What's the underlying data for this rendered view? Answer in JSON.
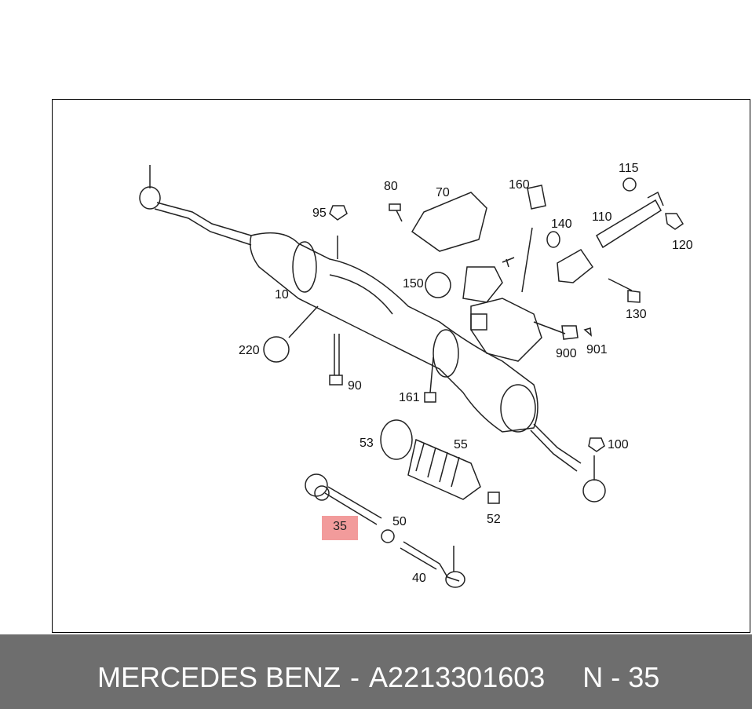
{
  "callouts": [
    {
      "id": "c10",
      "text": "10"
    },
    {
      "id": "c35",
      "text": "35"
    },
    {
      "id": "c40",
      "text": "40"
    },
    {
      "id": "c50",
      "text": "50"
    },
    {
      "id": "c52",
      "text": "52"
    },
    {
      "id": "c53",
      "text": "53"
    },
    {
      "id": "c55",
      "text": "55"
    },
    {
      "id": "c70",
      "text": "70"
    },
    {
      "id": "c80",
      "text": "80"
    },
    {
      "id": "c90",
      "text": "90"
    },
    {
      "id": "c95",
      "text": "95"
    },
    {
      "id": "c100",
      "text": "100"
    },
    {
      "id": "c110",
      "text": "110"
    },
    {
      "id": "c115",
      "text": "115"
    },
    {
      "id": "c120",
      "text": "120"
    },
    {
      "id": "c130",
      "text": "130"
    },
    {
      "id": "c140",
      "text": "140"
    },
    {
      "id": "c150",
      "text": "150"
    },
    {
      "id": "c160",
      "text": "160"
    },
    {
      "id": "c161",
      "text": "161"
    },
    {
      "id": "c220",
      "text": "220"
    },
    {
      "id": "c900",
      "text": "900"
    },
    {
      "id": "c901",
      "text": "901"
    }
  ],
  "highlight": {
    "label": "35",
    "color": "#f08a8a"
  },
  "footer": {
    "brand": "MERCEDES BENZ",
    "dash": "-",
    "part_number": "A2213301603",
    "position": "N - 35",
    "background": "#6e6e6e"
  }
}
